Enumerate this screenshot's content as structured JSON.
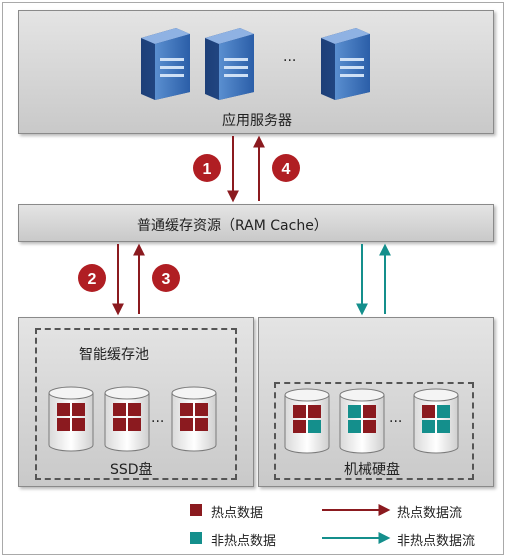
{
  "app_server": {
    "label": "应用服务器",
    "ellipsis": "..."
  },
  "cache": {
    "label": "普通缓存资源（RAM Cache）"
  },
  "ssd_pool": {
    "title": "智能缓存池",
    "disk_label": "SSD盘",
    "ellipsis": "..."
  },
  "hdd": {
    "disk_label": "机械硬盘",
    "ellipsis": "..."
  },
  "steps": [
    "1",
    "2",
    "3",
    "4"
  ],
  "legend": {
    "hot_data": "热点数据",
    "cold_data": "非热点数据",
    "hot_flow": "热点数据流",
    "cold_flow": "非热点数据流"
  },
  "colors": {
    "hot": "#8b1a1f",
    "cold": "#148f8c",
    "badge": "#b01e23"
  }
}
